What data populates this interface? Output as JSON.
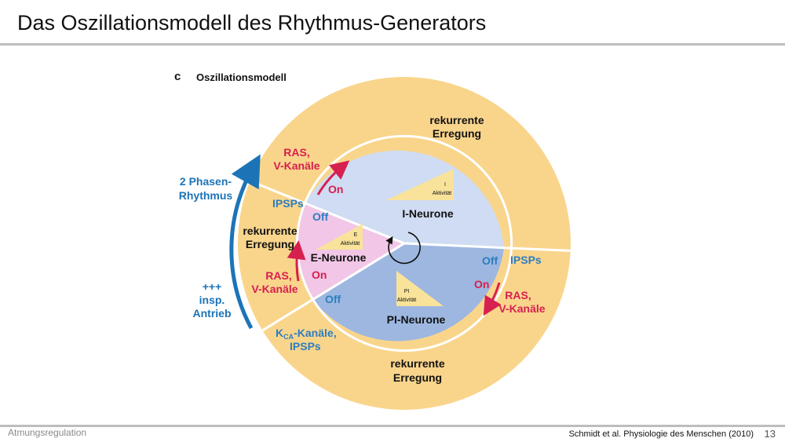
{
  "slide": {
    "title": "Das Oszillationsmodell des Rhythmus-Generators",
    "footer_left": "Atmungsregulation",
    "citation": "Schmidt et al. Physiologie des Menschen (2010)",
    "page_number": "13"
  },
  "diagram": {
    "panel_letter": "c",
    "panel_title": "Oszillationsmodell",
    "left_arrow": {
      "top_line1": "2 Phasen-",
      "top_line2": "Rhythmus",
      "bottom_line1": "+++",
      "bottom_line2": "insp.",
      "bottom_line3": "Antrieb"
    },
    "outer_ring": {
      "top_right_line1": "rekurrente",
      "top_right_line2": "Erregung",
      "left_line1": "rekurrente",
      "left_line2": "Erregung",
      "bottom_line1": "rekurrente",
      "bottom_line2": "Erregung",
      "ras_top_line1": "RAS,",
      "ras_top_line2": "V-Kanäle",
      "ipsps_left": "IPSPs",
      "ras_left_line1": "RAS,",
      "ras_left_line2": "V-Kanäle",
      "kca_line1_k": "K",
      "kca_line1_sub": "CA",
      "kca_line1_rest": "-Kanäle,",
      "kca_line2": "IPSPs",
      "ipsps_right": "IPSPs",
      "ras_right_line1": "RAS,",
      "ras_right_line2": "V-Kanäle"
    },
    "inner": {
      "i_neurone": "I-Neurone",
      "e_neurone": "E-Neurone",
      "pi_neurone": "PI-Neurone",
      "i_tri_top": "I",
      "i_tri_bottom": "Aktivität",
      "e_tri_top": "E",
      "e_tri_bottom": "Aktivität",
      "pi_tri_top": "PI",
      "pi_tri_bottom": "Aktivität",
      "on_top": "On",
      "off_upper_left": "Off",
      "on_left": "On",
      "off_lower_left": "Off",
      "off_right": "Off",
      "on_right": "On"
    },
    "colors": {
      "outer_ring": "#f9d58c",
      "i_sector": "#cfdcf3",
      "e_sector": "#f1c6e6",
      "pi_sector": "#9db7e0",
      "triangle": "#f9e39a",
      "red": "#d6204f",
      "blue": "#2e7dbf",
      "dark_blue_arrow": "#1c74b7"
    }
  }
}
